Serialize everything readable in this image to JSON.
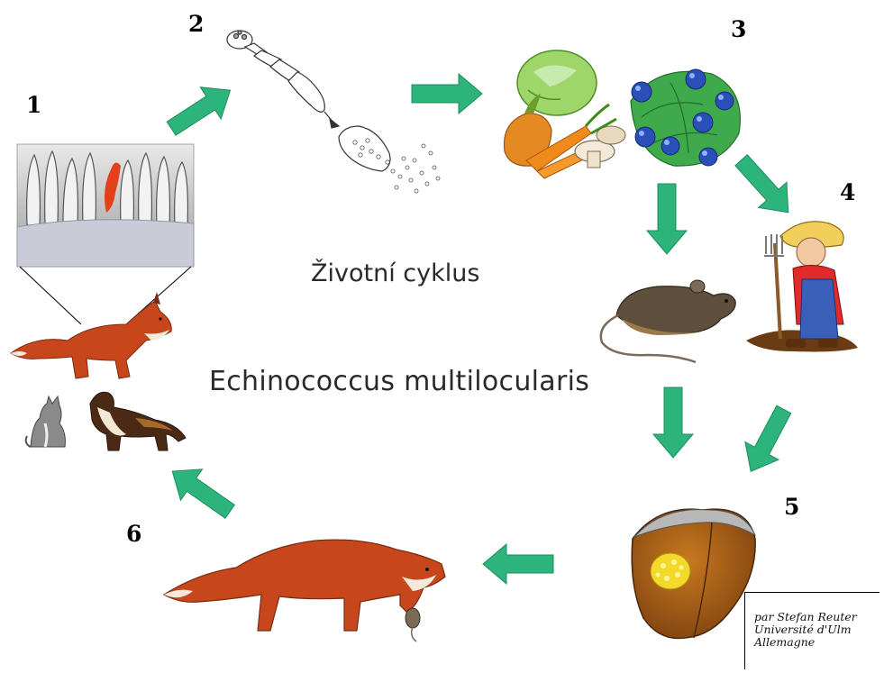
{
  "diagram": {
    "title_line1": "Životní cyklus",
    "title_line2": "Echinococcus multilocularis",
    "steps": [
      {
        "number": "1"
      },
      {
        "number": "2"
      },
      {
        "number": "3"
      },
      {
        "number": "4"
      },
      {
        "number": "5"
      },
      {
        "number": "6"
      }
    ],
    "credit": {
      "line1": "par Stefan Reuter",
      "line2": "Université d'Ulm",
      "line3": "Allemagne"
    },
    "colors": {
      "arrow": "#2db37c",
      "fox": "#c8461c",
      "mouse": "#6b5a44",
      "liver": "#9a5418"
    }
  }
}
